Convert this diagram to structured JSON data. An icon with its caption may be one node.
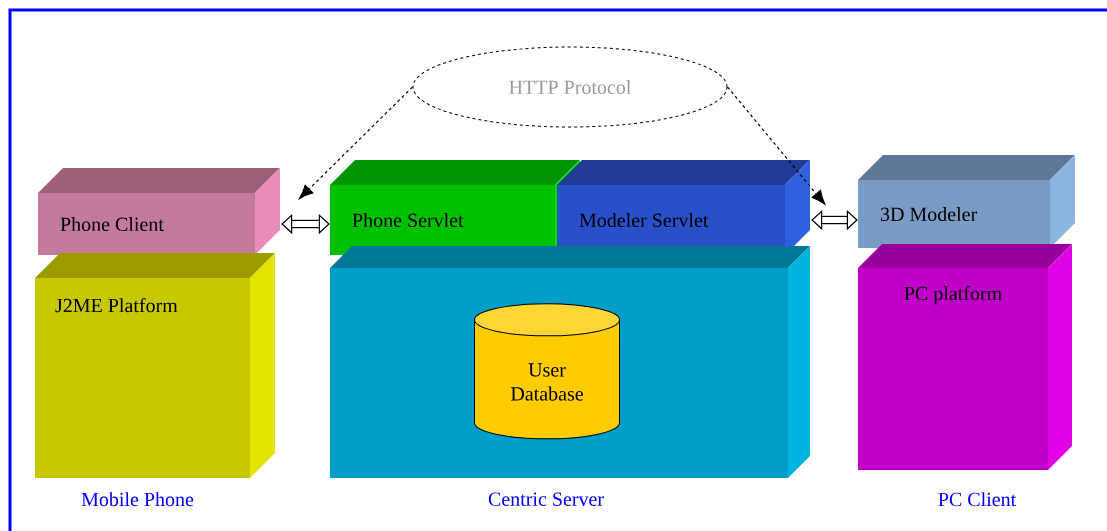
{
  "diagram": {
    "nodes": [
      {
        "text": [
          "HTTP Protocol"
        ]
      },
      {
        "text": [
          "Phone Client"
        ]
      },
      {
        "text": [
          "J2ME Platform"
        ],
        "beside": [
          "Mobile Phone"
        ]
      },
      {
        "text": [
          "Phone Servlet"
        ]
      },
      {
        "text": [
          "Modeler Servlet"
        ]
      },
      {
        "text": [],
        "shape": "box",
        "beside": [
          "Centric Server"
        ]
      },
      {
        "text": [
          "User Database"
        ],
        "in": 5
      },
      {
        "text": [
          "3D Modeler"
        ]
      },
      {
        "text": [
          "PC platform"
        ],
        "beside": [
          "PC Client"
        ]
      }
    ],
    "edges": [
      {
        "from": 0,
        "to": null,
        "arrow": "to",
        "style": "dashed"
      },
      {
        "from": 0,
        "to": 4,
        "arrow": "to",
        "style": "dashed"
      },
      {
        "from": 1,
        "to": 3,
        "arrow": "both",
        "style": "thick"
      },
      {
        "from": 4,
        "to": 7,
        "arrow": "both",
        "style": "thick"
      }
    ]
  }
}
